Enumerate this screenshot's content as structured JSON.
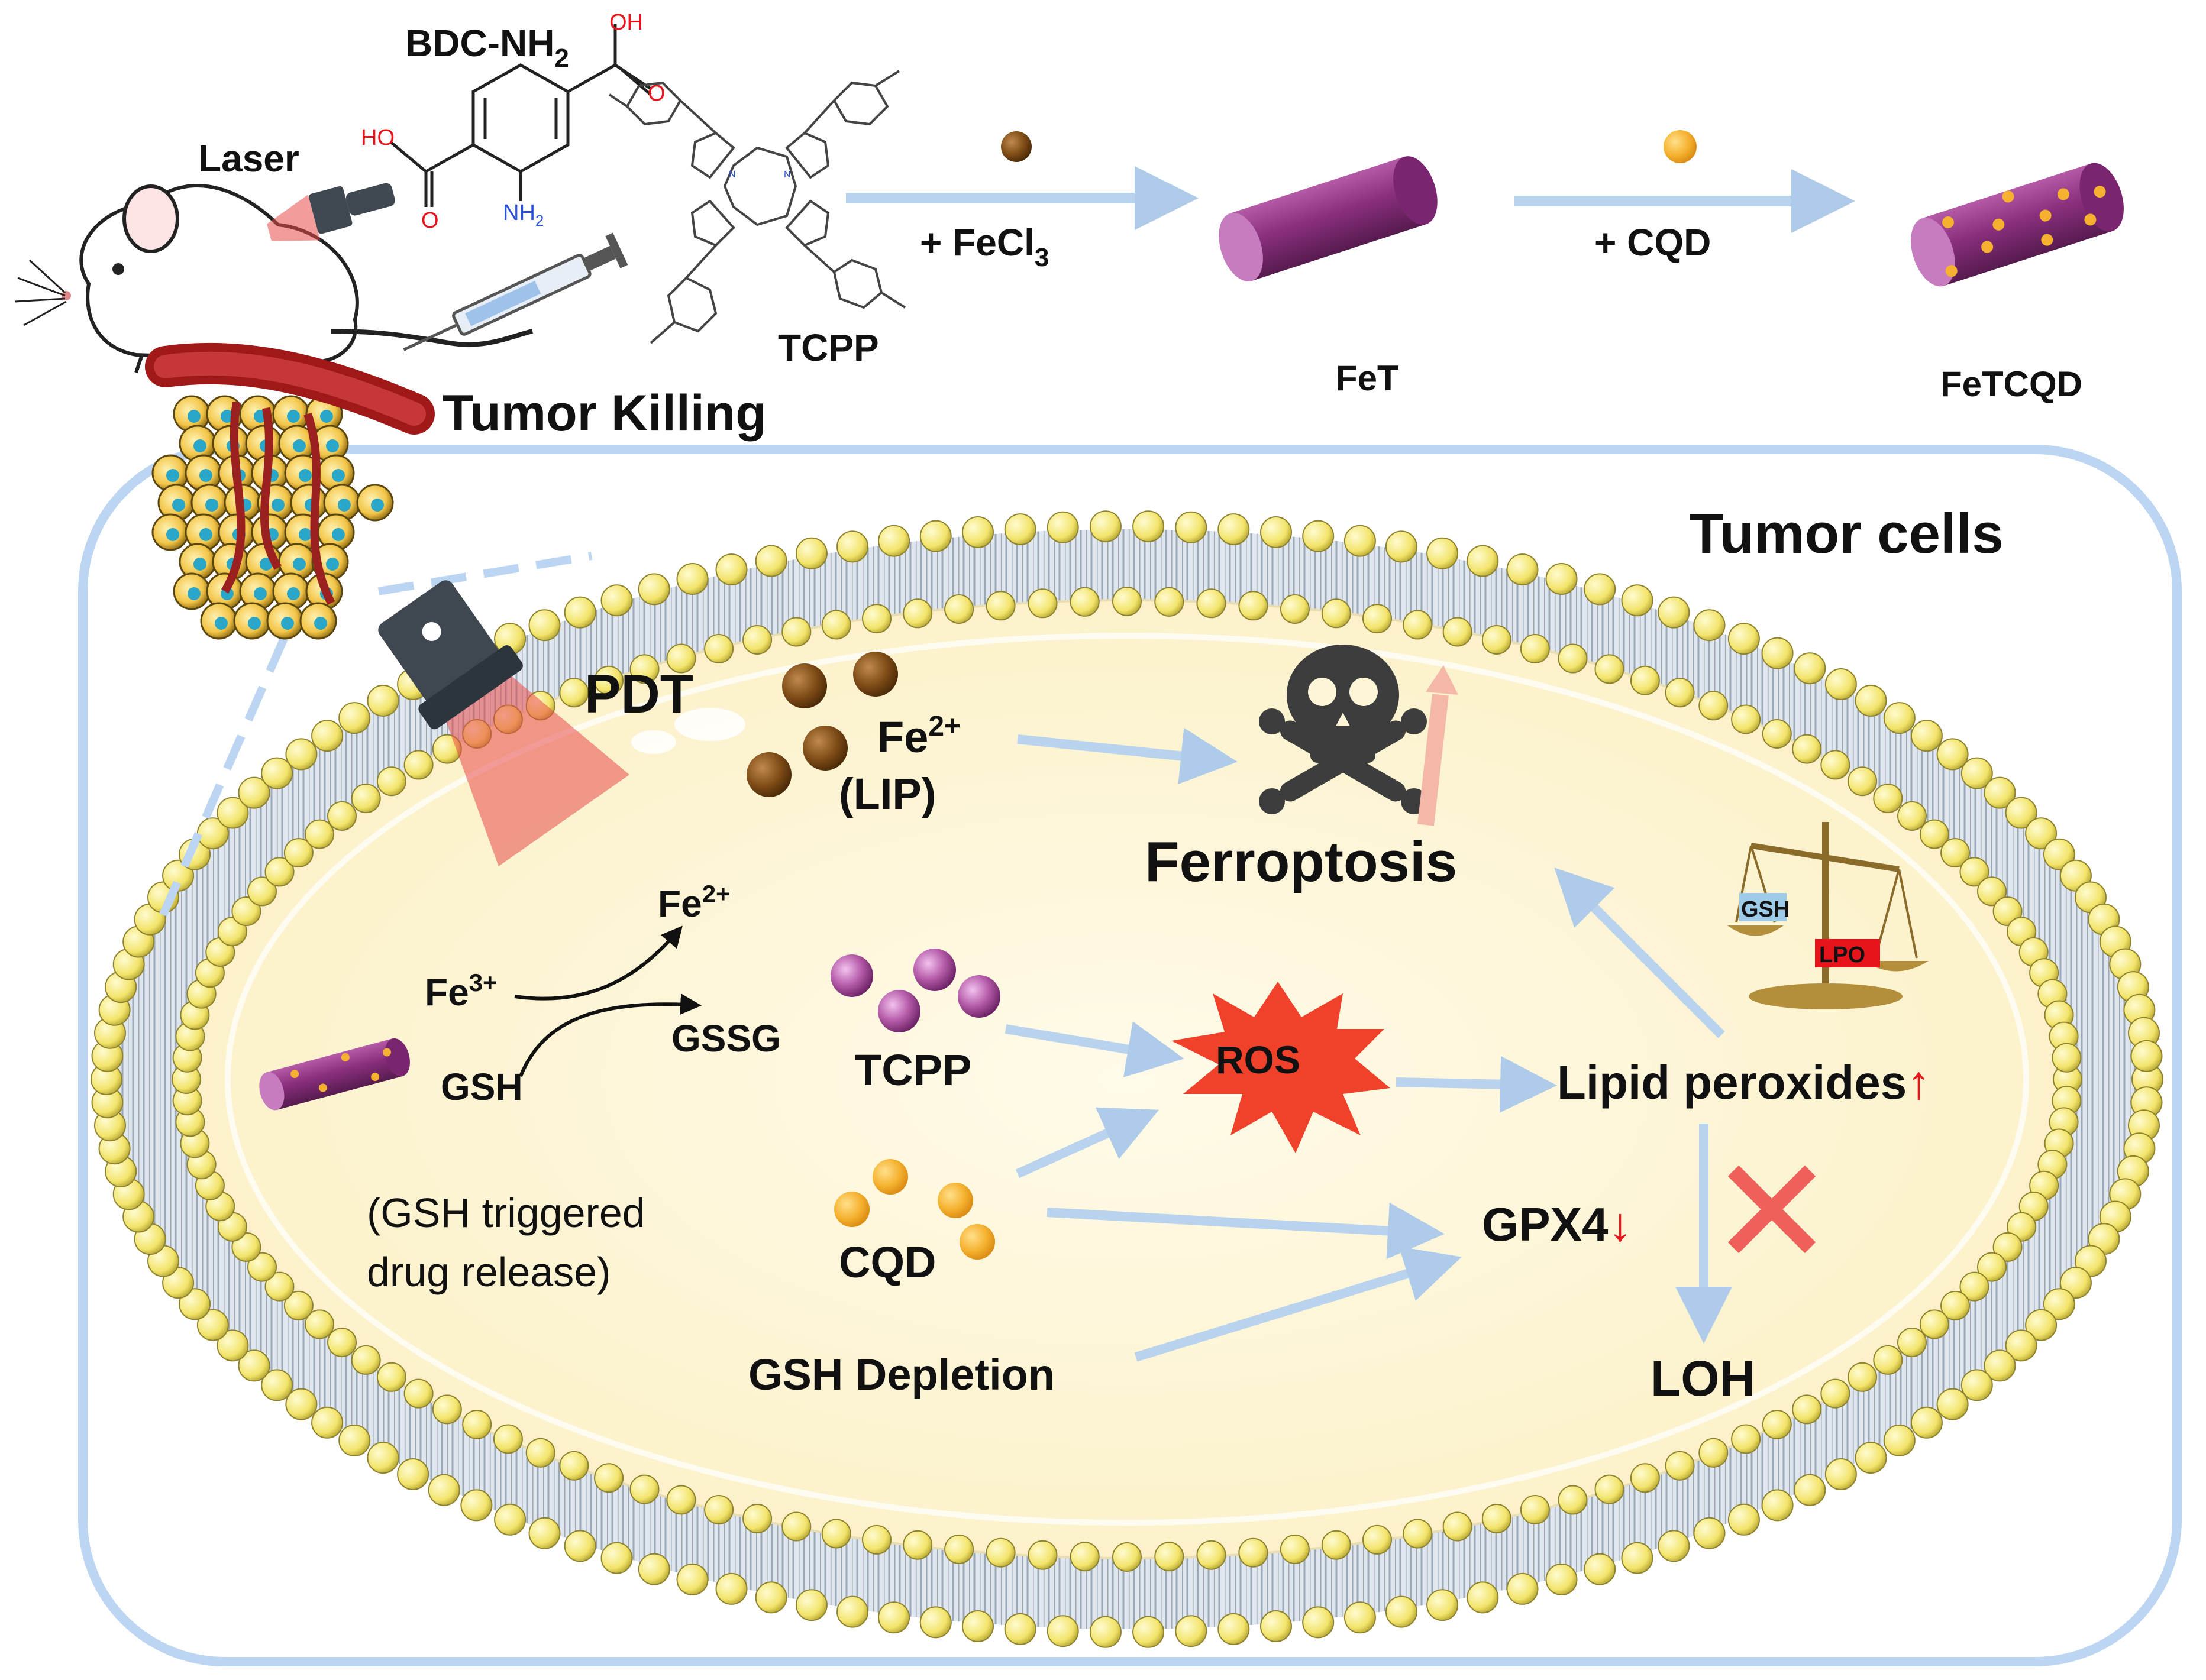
{
  "labels": {
    "laser": "Laser",
    "bdc_nh2": "BDC-NH",
    "bdc_sub": "2",
    "tcpp_top": "TCPP",
    "fecl3_plus": "+ FeCl",
    "fecl3_sub": "3",
    "fet": "FeT",
    "cqd_plus": "+ CQD",
    "fetcqd": "FeTCQD",
    "tumor_killing": "Tumor Killing",
    "tumor_cells": "Tumor cells",
    "pdt": "PDT",
    "fe2_lip_main": "Fe",
    "fe2_lip_sup": "2+",
    "lip": "(LIP)",
    "ferroptosis": "Ferroptosis",
    "fe2_main": "Fe",
    "fe2_sup": "2+",
    "fe3_main": "Fe",
    "fe3_sup": "3+",
    "gssg": "GSSG",
    "gsh": "GSH",
    "tcpp_cell": "TCPP",
    "ros": "ROS",
    "lipid_peroxides": "Lipid peroxides",
    "up_arrow": "↑",
    "gsh_scale": "GSH",
    "lpo_scale": "LPO",
    "gsh_triggered_1": "(GSH triggered",
    "gsh_triggered_2": "drug release)",
    "cqd_cell": "CQD",
    "gpx4": "GPX4",
    "down_arrow": "↓",
    "gsh_depletion": "GSH Depletion",
    "loh": "LOH"
  },
  "chem_atoms": {
    "oh": "OH",
    "o": "O",
    "ho": "HO",
    "nh2": "NH",
    "nh2_sub": "2"
  },
  "colors": {
    "red_label": "#e8141b",
    "ferroptosis": "#b3171c",
    "arrow_blue": "#b9d3ee",
    "rod_purple": "#8a2f7e",
    "cqd_orange": "#f5b12f",
    "fe_brown": "#7d4b16",
    "membrane_yellow": "#f4ea7c",
    "cytoplasm": "#fdf5d6",
    "cell_border": "#bcd5f2"
  }
}
